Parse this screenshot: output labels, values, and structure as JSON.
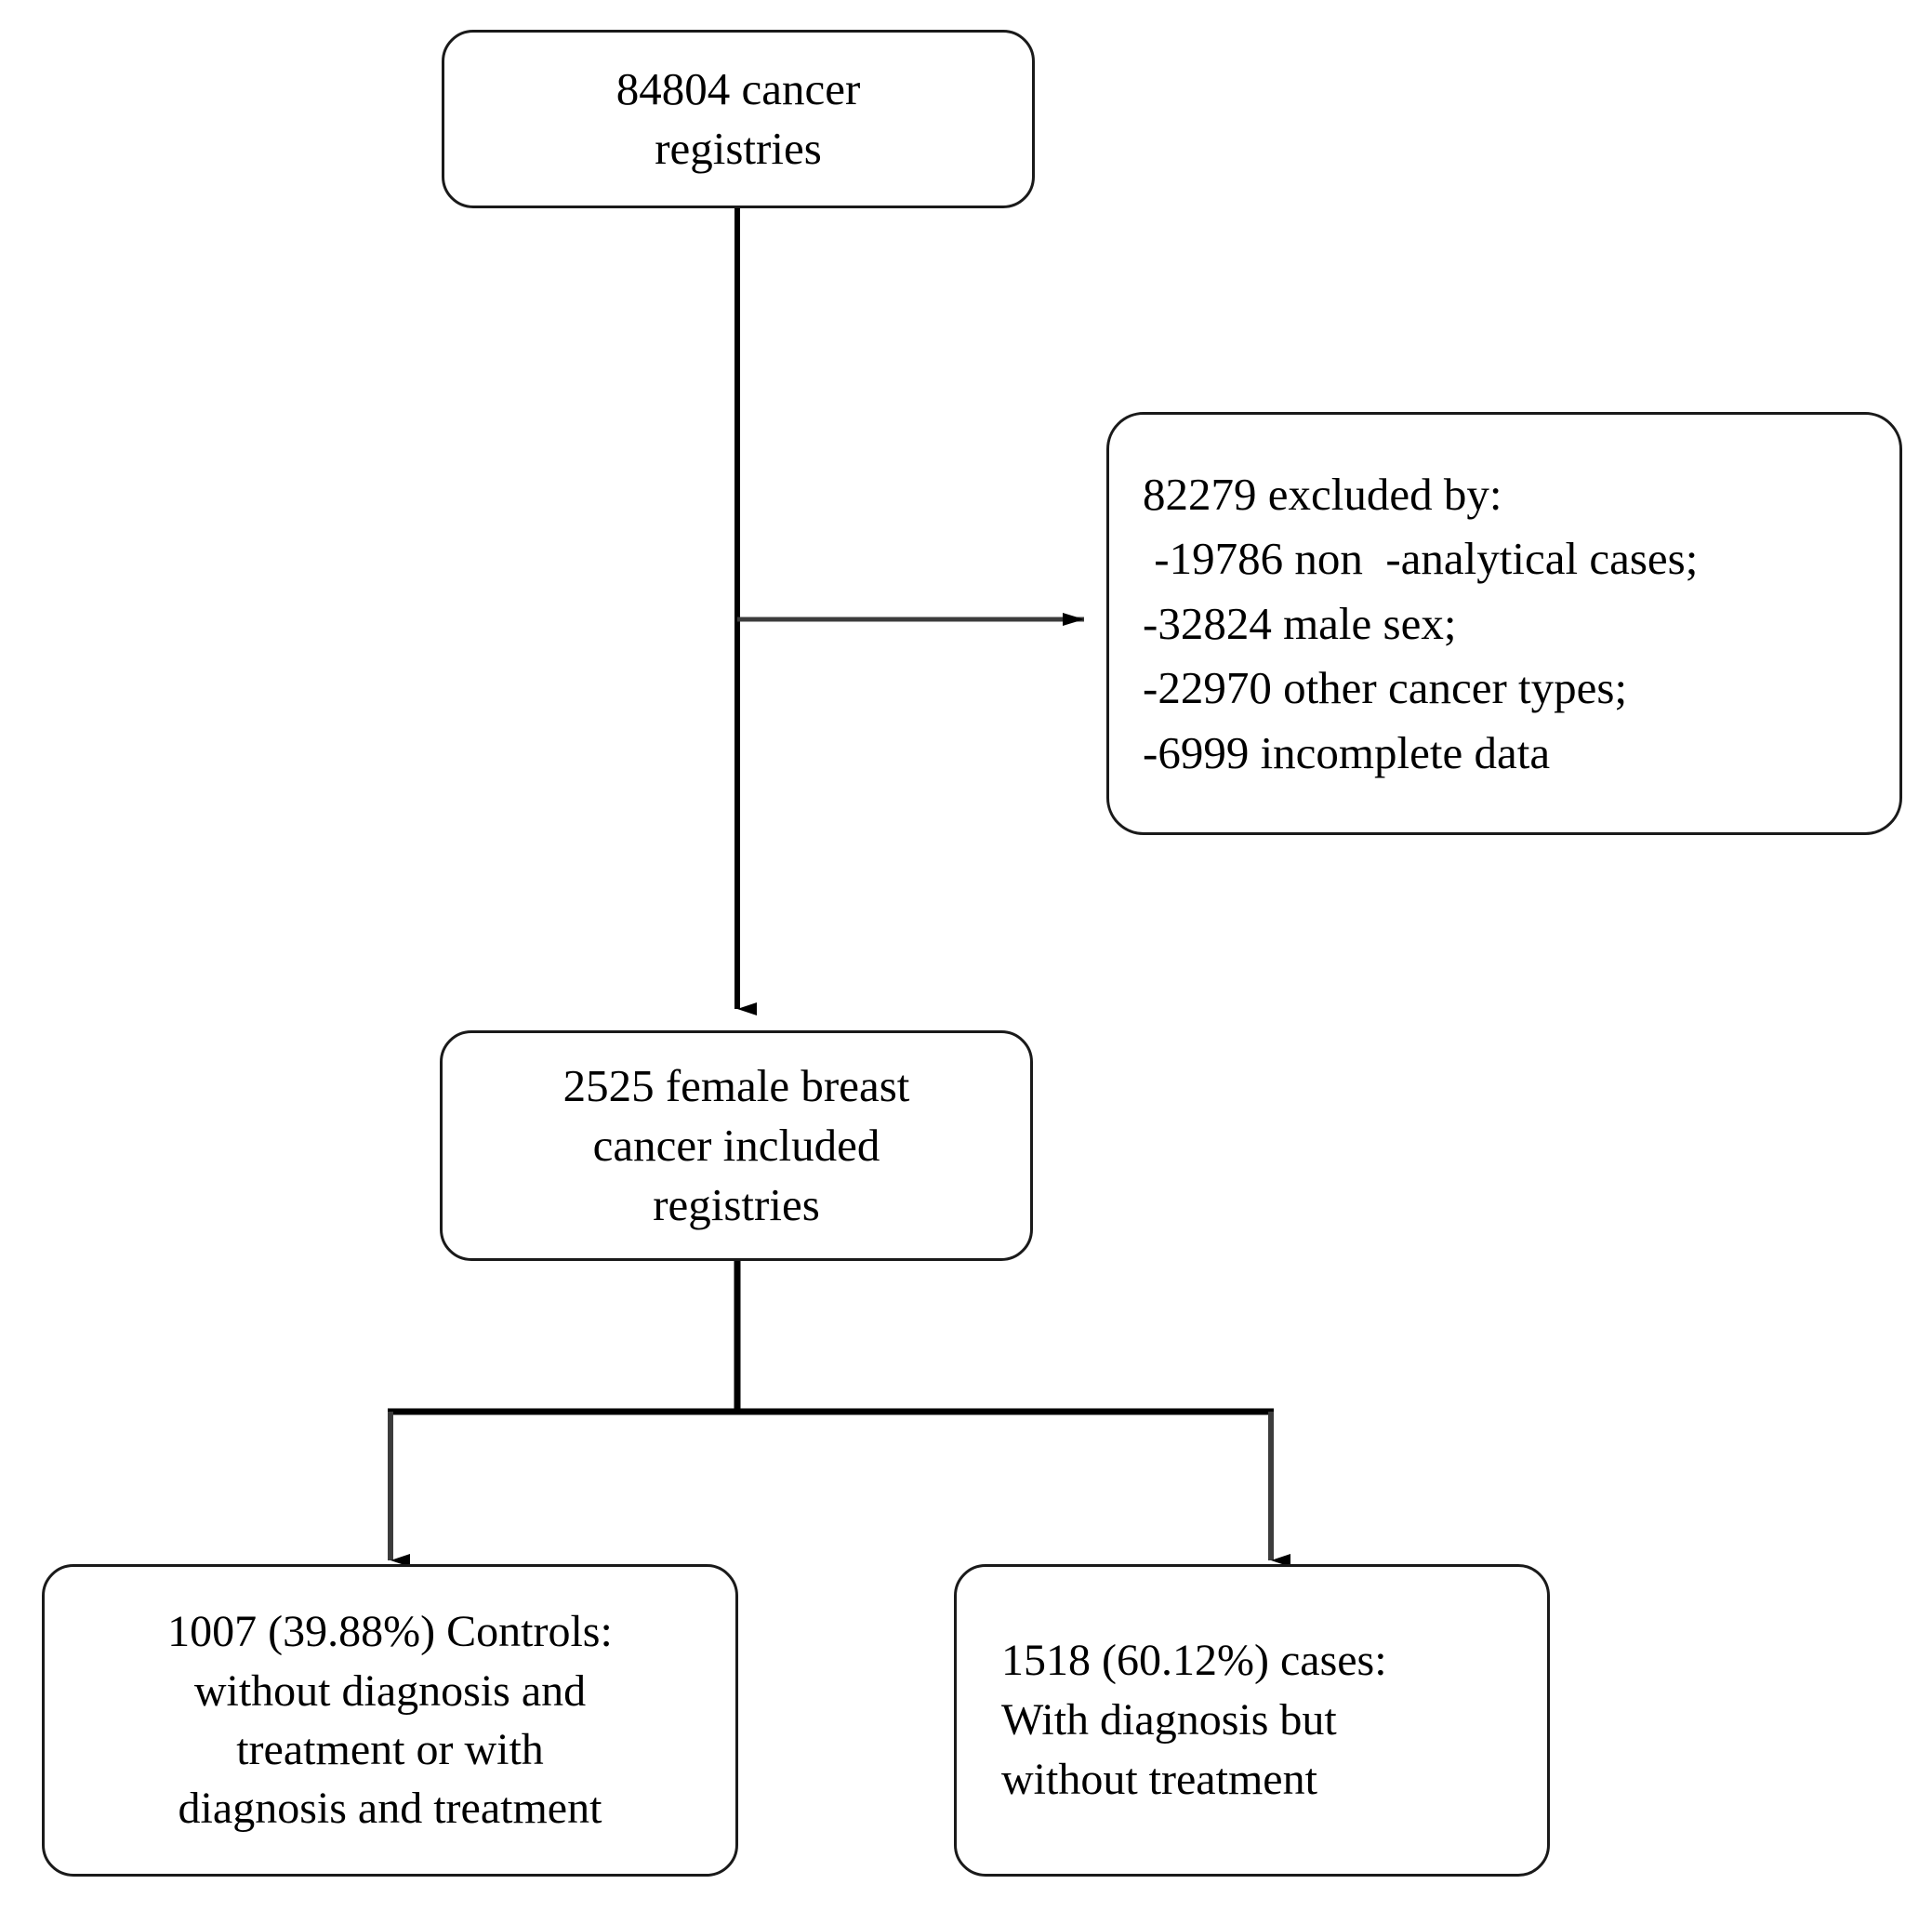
{
  "diagram": {
    "type": "flowchart",
    "title": "Study population selection flowchart",
    "colors": {
      "stroke": "#1a1a1a",
      "background": "#ffffff",
      "text": "#000000"
    },
    "nodes": {
      "total": {
        "name": "total-registries",
        "lines": [
          "84804 cancer",
          "registries"
        ],
        "count": "84804"
      },
      "excluded": {
        "name": "excluded-registries",
        "lines": [
          "82279 excluded by:",
          " -19786 non  -analytical cases;",
          "-32824 male sex;",
          "-22970 other cancer types;",
          "-6999 incomplete data"
        ],
        "count": "82279",
        "reasons": [
          {
            "count": "19786",
            "label": "non  -analytical cases"
          },
          {
            "count": "32824",
            "label": "male sex"
          },
          {
            "count": "22970",
            "label": "other cancer types"
          },
          {
            "count": "6999",
            "label": "incomplete data"
          }
        ]
      },
      "included": {
        "name": "included-registries",
        "lines": [
          "2525 female breast",
          "cancer included",
          "registries"
        ],
        "count": "2525"
      },
      "controls": {
        "name": "controls-group",
        "lines": [
          "1007 (39.88%) Controls:",
          "without diagnosis and",
          "treatment or with",
          "diagnosis and treatment"
        ],
        "count": "1007",
        "percent": "39.88%",
        "group": "Controls"
      },
      "cases": {
        "name": "cases-group",
        "lines": [
          "1518 (60.12%) cases:",
          "With diagnosis but",
          "without treatment"
        ],
        "count": "1518",
        "percent": "60.12%",
        "group": "cases"
      }
    },
    "connectors": [
      {
        "name": "total-to-included",
        "from": "total",
        "to": "included",
        "arrow": "down"
      },
      {
        "name": "total-to-excluded",
        "from": "total",
        "to": "excluded",
        "arrow": "right"
      },
      {
        "name": "included-to-controls",
        "from": "included",
        "to": "controls",
        "arrow": "down"
      },
      {
        "name": "included-to-cases",
        "from": "included",
        "to": "cases",
        "arrow": "down"
      }
    ]
  }
}
